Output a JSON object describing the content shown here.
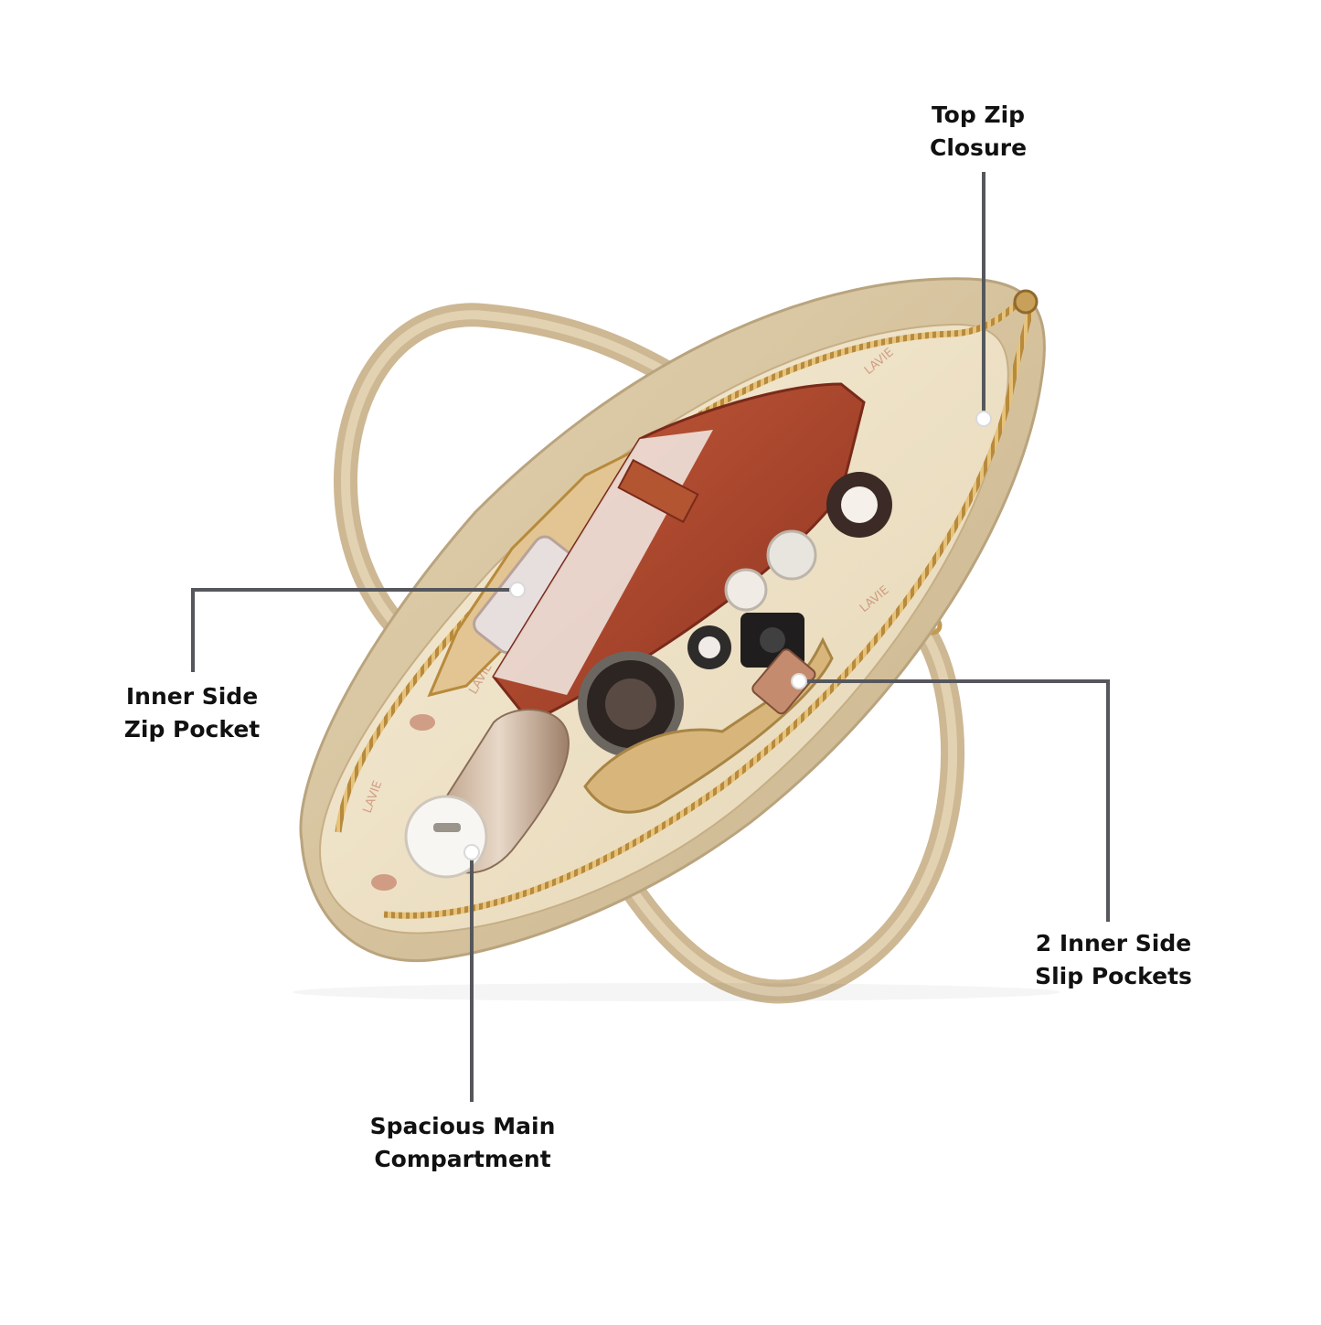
{
  "background_color": "#ffffff",
  "leader_line_color": "#55575c",
  "bag_color": "#d6c29e",
  "lining_color": "#efe3c8",
  "product": {
    "brand_print": "LAVIE"
  },
  "callouts": [
    {
      "id": "top-zip-closure",
      "line1": "Top Zip",
      "line2": "Closure"
    },
    {
      "id": "inner-side-zip-pocket",
      "line1": "Inner Side",
      "line2": "Zip Pocket"
    },
    {
      "id": "inner-side-slip-pockets",
      "line1": "2 Inner Side",
      "line2": "Slip Pockets"
    },
    {
      "id": "spacious-main-compartment",
      "line1": "Spacious Main",
      "line2": "Compartment"
    }
  ]
}
